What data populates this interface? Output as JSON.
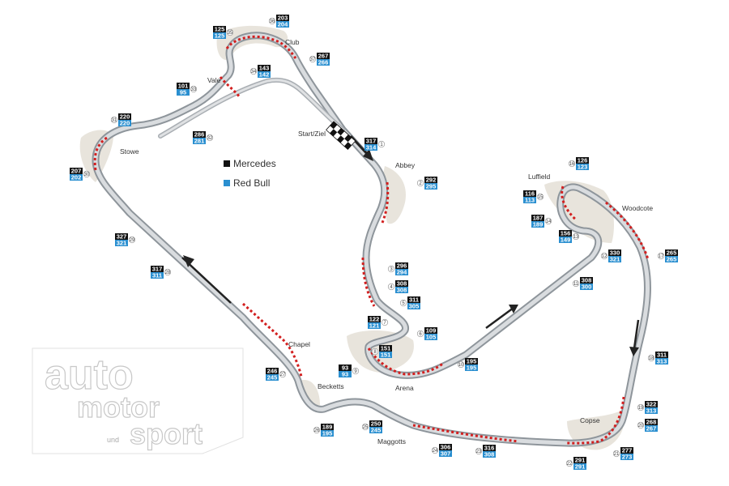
{
  "legend": [
    {
      "label": "Mercedes",
      "color": "#111111"
    },
    {
      "label": "Red Bull",
      "color": "#2a8fd0"
    }
  ],
  "corners": [
    "Club",
    "Vale",
    "Stowe",
    "Start/Ziel",
    "Abbey",
    "Luffield",
    "Woodcote",
    "Chapel",
    "Arena",
    "Becketts",
    "Maggotts",
    "Copse"
  ],
  "logo": {
    "line1": "auto",
    "line2": "motor",
    "und": "und",
    "line3": "sport"
  },
  "speed_points": [
    {
      "n": "1",
      "mercedes": "317",
      "redbull": "314"
    },
    {
      "n": "2",
      "mercedes": "292",
      "redbull": "295"
    },
    {
      "n": "3",
      "mercedes": "296",
      "redbull": "294"
    },
    {
      "n": "4",
      "mercedes": "308",
      "redbull": "308"
    },
    {
      "n": "5",
      "mercedes": "311",
      "redbull": "305"
    },
    {
      "n": "6",
      "mercedes": "109",
      "redbull": "105"
    },
    {
      "n": "7",
      "mercedes": "122",
      "redbull": "121"
    },
    {
      "n": "8",
      "mercedes": "151",
      "redbull": "151"
    },
    {
      "n": "9",
      "mercedes": "93",
      "redbull": "93"
    },
    {
      "n": "10",
      "mercedes": "195",
      "redbull": "195"
    },
    {
      "n": "11",
      "mercedes": "308",
      "redbull": "300"
    },
    {
      "n": "12",
      "mercedes": "330",
      "redbull": "321"
    },
    {
      "n": "13",
      "mercedes": "156",
      "redbull": "149"
    },
    {
      "n": "14",
      "mercedes": "187",
      "redbull": "189"
    },
    {
      "n": "15",
      "mercedes": "116",
      "redbull": "113"
    },
    {
      "n": "16",
      "mercedes": "126",
      "redbull": "123"
    },
    {
      "n": "17",
      "mercedes": "265",
      "redbull": "265"
    },
    {
      "n": "18",
      "mercedes": "311",
      "redbull": "313"
    },
    {
      "n": "19",
      "mercedes": "322",
      "redbull": "313"
    },
    {
      "n": "20",
      "mercedes": "268",
      "redbull": "267"
    },
    {
      "n": "21",
      "mercedes": "277",
      "redbull": "273"
    },
    {
      "n": "22",
      "mercedes": "291",
      "redbull": "291"
    },
    {
      "n": "23",
      "mercedes": "316",
      "redbull": "308"
    },
    {
      "n": "24",
      "mercedes": "306",
      "redbull": "307"
    },
    {
      "n": "25",
      "mercedes": "250",
      "redbull": "245"
    },
    {
      "n": "26",
      "mercedes": "189",
      "redbull": "195"
    },
    {
      "n": "27",
      "mercedes": "246",
      "redbull": "245"
    },
    {
      "n": "28",
      "mercedes": "317",
      "redbull": "311"
    },
    {
      "n": "29",
      "mercedes": "327",
      "redbull": "321"
    },
    {
      "n": "30",
      "mercedes": "207",
      "redbull": "202"
    },
    {
      "n": "31",
      "mercedes": "220",
      "redbull": "220"
    },
    {
      "n": "32",
      "mercedes": "286",
      "redbull": "281"
    },
    {
      "n": "33",
      "mercedes": "101",
      "redbull": "95"
    },
    {
      "n": "34",
      "mercedes": "143",
      "redbull": "142"
    },
    {
      "n": "35",
      "mercedes": "125",
      "redbull": "125"
    },
    {
      "n": "36",
      "mercedes": "203",
      "redbull": "204"
    },
    {
      "n": "37",
      "mercedes": "267",
      "redbull": "266"
    }
  ]
}
